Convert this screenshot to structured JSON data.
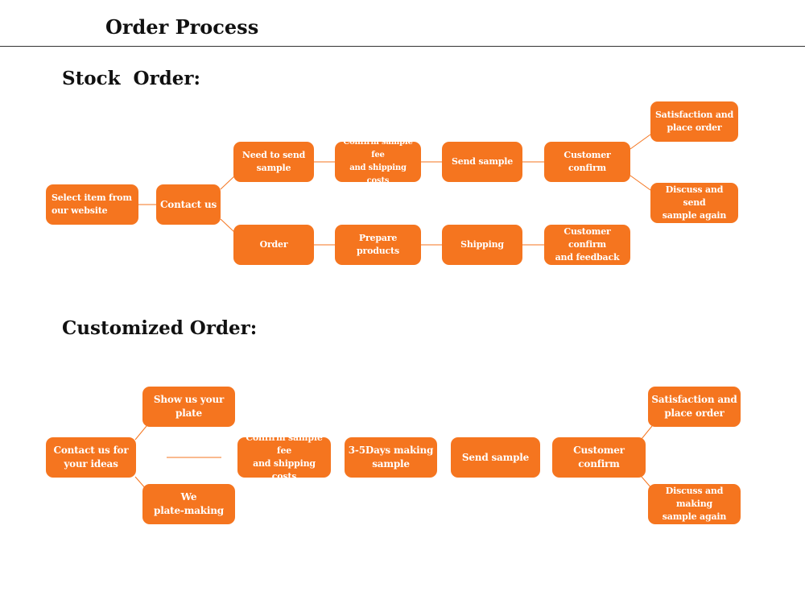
{
  "page": {
    "title": "Order Process"
  },
  "colors": {
    "box_fill": "#f5751f",
    "box_text": "#ffffff",
    "connector": "#f5751f",
    "title_rule": "#333333"
  },
  "stock_order": {
    "title": "Stock  Order:",
    "nodes": {
      "select_item": "Select item from\nour website",
      "contact_us": "Contact us",
      "need_to_send_sample": "Need to send\nsample",
      "confirm_sample_fee": "Confirm sample fee\nand shipping costs",
      "send_sample": "Send sample",
      "customer_confirm": "Customer confirm",
      "satisfaction": "Satisfaction and\nplace order",
      "discuss_send_again": "Discuss and send\nsample again",
      "order": "Order",
      "prepare_products": "Prepare products",
      "shipping": "Shipping",
      "customer_confirm_feedback": "Customer confirm\nand feedback"
    }
  },
  "customized_order": {
    "title": "Customized Order:",
    "nodes": {
      "contact_ideas": "Contact us for\nyour ideas",
      "show_plate": "Show us your\nplate",
      "plate_making": "We\nplate-making",
      "confirm_sample_fee": "Confirm sample fee\nand shipping costs",
      "making_sample": "3-5Days making\nsample",
      "send_sample": "Send sample",
      "customer_confirm": "Customer confirm",
      "satisfaction": "Satisfaction and\nplace order",
      "discuss_making_again": "Discuss and making\nsample again"
    }
  }
}
